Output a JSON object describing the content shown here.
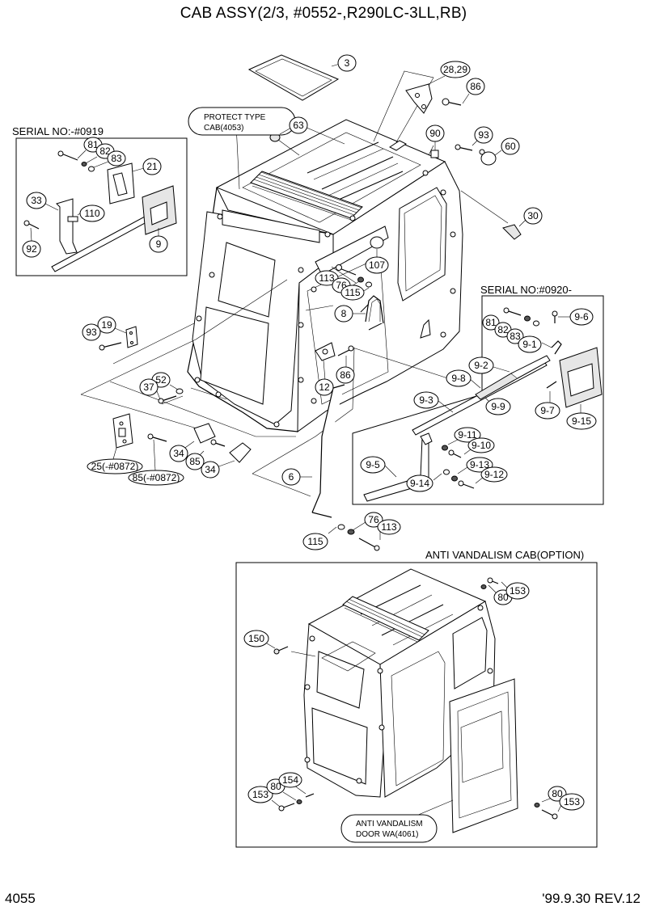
{
  "header": {
    "title": "CAB ASSY(2/3, #0552-,R290LC-3LL,RB)"
  },
  "footer": {
    "page_number": "4055",
    "revision": "'99.9.30 REV.12"
  },
  "notes": {
    "serial_old": "SERIAL NO:-#0919",
    "serial_new": "SERIAL NO:#0920-",
    "protect_line1": "PROTECT TYPE",
    "protect_line2": "CAB(4053)",
    "anti_vandalism_cab": "ANTI VANDALISM CAB(OPTION)",
    "anti_door_line1": "ANTI VANDALISM",
    "anti_door_line2": "DOOR WA(4061)"
  },
  "callouts": {
    "c3": "3",
    "c28_29": "28,29",
    "c86a": "86",
    "c63": "63",
    "c90": "90",
    "c93a": "93",
    "c60": "60",
    "c30": "30",
    "c81a": "81",
    "c82a": "82",
    "c83a": "83",
    "c21": "21",
    "c33": "33",
    "c110": "110",
    "c92": "92",
    "c9": "9",
    "c107": "107",
    "c113a": "113",
    "c76a": "76",
    "c115a": "115",
    "c8": "8",
    "c19": "19",
    "c93b": "93",
    "c52": "52",
    "c37": "37",
    "c86b": "86",
    "c12": "12",
    "c25": "25(-#0872)",
    "c85a": "85(-#0872)",
    "c34a": "34",
    "c85b": "85",
    "c34b": "34",
    "c6": "6",
    "c115b": "115",
    "c76b": "76",
    "c113b": "113",
    "c9_6": "9-6",
    "c81b": "81",
    "c82b": "82",
    "c83b": "83",
    "c9_1": "9-1",
    "c9_2": "9-2",
    "c9_8": "9-8",
    "c9_3": "9-3",
    "c9_9": "9-9",
    "c9_7": "9-7",
    "c9_15": "9-15",
    "c9_11": "9-11",
    "c9_10": "9-10",
    "c9_5": "9-5",
    "c9_13": "9-13",
    "c9_12": "9-12",
    "c9_14": "9-14",
    "c80a": "80",
    "c153a": "153",
    "c150": "150",
    "c153b": "153",
    "c80b": "80",
    "c154": "154",
    "c80c": "80",
    "c153c": "153"
  }
}
